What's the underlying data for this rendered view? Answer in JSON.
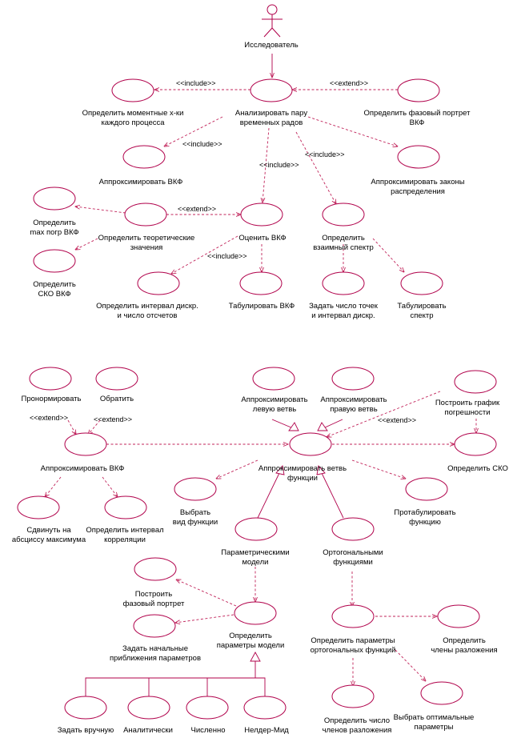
{
  "diagram": {
    "actor": {
      "label": "Исследователь"
    },
    "use_cases": {
      "analyze": [
        "Анализировать пару",
        "временных радов"
      ],
      "moment": [
        "Определить моментные х-ки",
        "каждого процесса"
      ],
      "phase_portrait_top": [
        "Определить фазовый портрет",
        "ВКФ"
      ],
      "approx_vkf_top": [
        "Аппроксимировать ВКФ"
      ],
      "approx_laws": [
        "Аппроксимировать законы",
        "распределения"
      ],
      "max_err": [
        "Определить",
        "max погр ВКФ"
      ],
      "theor": [
        "Определить теоретические",
        "значения"
      ],
      "estimate": [
        "Оценить ВКФ"
      ],
      "mutual": [
        "Определить",
        "взаимный спектр"
      ],
      "sko_vkf": [
        "Определить",
        "СКО ВКФ"
      ],
      "interval": [
        "Определить интервал дискр.",
        "и число отсчетов"
      ],
      "tab_vkf": [
        "Табулировать ВКФ"
      ],
      "points": [
        "Задать число точек",
        "и интервал дискр."
      ],
      "tab_spectrum": [
        "Табулировать",
        "спектр"
      ],
      "normalize": [
        "Пронормировать"
      ],
      "invert": [
        "Обратить"
      ],
      "approx_left": [
        "Аппроксимировать",
        "левую ветвь"
      ],
      "approx_right": [
        "Аппроксимировать",
        "правую ветвь"
      ],
      "error_plot": [
        "Построить график",
        "погрешности"
      ],
      "approx_vkf_bottom": [
        "Аппроксимировать ВКФ"
      ],
      "approx_branch": [
        "Аппроксимировать ветвь",
        "функции"
      ],
      "sko": [
        "Определить СКО"
      ],
      "shift": [
        "Сдвинуть на",
        "абсциссу максимума"
      ],
      "corr_interval": [
        "Определить интервал",
        "корреляции"
      ],
      "choose_view": [
        "Выбрать",
        "вид функции"
      ],
      "tabulate_fn": [
        "Протабулировать",
        "функцию"
      ],
      "parametric": [
        "Параметрическими",
        "модели"
      ],
      "orthogonal": [
        "Ортогональными",
        "функциями"
      ],
      "phase_portrait": [
        "Построить",
        "фазовый портрет"
      ],
      "initial": [
        "Задать начальные",
        "приближения параметров"
      ],
      "model_params": [
        "Определить",
        "параметры модели"
      ],
      "ortho_params": [
        "Определить параметры",
        "ортогональных функций"
      ],
      "terms": [
        "Определить",
        "члены разложения"
      ],
      "terms_count": [
        "Определить число",
        "членов разложения"
      ],
      "optimal": [
        "Выбрать оптимальные",
        "параметры"
      ],
      "manual": [
        "Задать вручную"
      ],
      "analytic": [
        "Аналитически"
      ],
      "numeric": [
        "Численно"
      ],
      "nelder": [
        "Нелдер-Мид"
      ]
    },
    "stereotypes": {
      "include": "<<include>>",
      "extend": "<<extend>>"
    },
    "colors": {
      "line": "#b0004a",
      "dashed": "#c1235a"
    }
  }
}
